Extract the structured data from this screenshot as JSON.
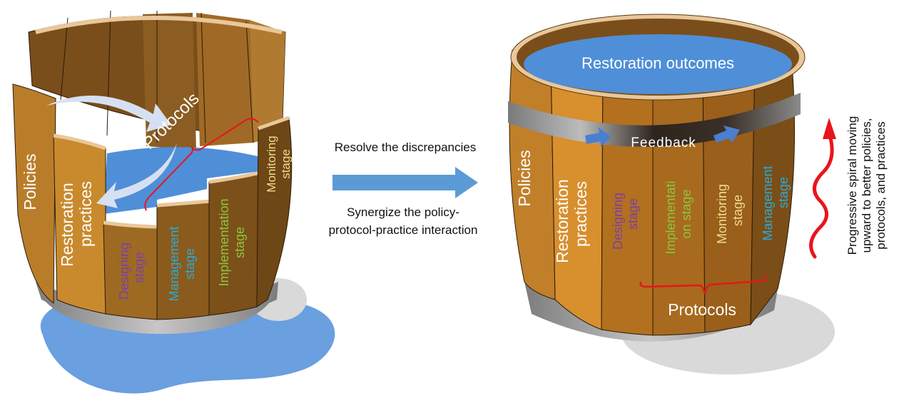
{
  "colors": {
    "water": "#4f8fd8",
    "puddle": "#6a9fe0",
    "stave_light": "#c98a2e",
    "stave_mid": "#a86a1e",
    "stave_dark": "#6e4716",
    "rim": "#e9c79a",
    "hoop": "#a9a9a9",
    "arrow_blue": "#5b9bd5",
    "flow_arrow": "#d6e0f2",
    "bracket_red": "#e8151b",
    "designing": "#7b3fa8",
    "management": "#2aaad9",
    "implementation": "#8cc63f",
    "monitoring": "#f0dc8c",
    "white_text": "#ffffff"
  },
  "left_barrel": {
    "policies": "Policies",
    "protocols": "Protocols",
    "restoration": "Restoration",
    "practices": "practices",
    "designing_1": "Designing",
    "designing_2": "stage",
    "management_1": "Management",
    "management_2": "stage",
    "implementation_1": "Implementation",
    "implementation_2": "stage",
    "monitoring_1": "Monitoring",
    "monitoring_2": "stage"
  },
  "middle": {
    "top_text": "Resolve the discrepancies",
    "bottom_line1": "Synergize the policy-",
    "bottom_line2": "protocol-practice interaction"
  },
  "right_barrel": {
    "outcomes": "Restoration outcomes",
    "feedback": "Feedback",
    "policies": "Policies",
    "restoration": "Restoration",
    "practices": "practices",
    "designing_1": "Designing",
    "designing_2": "stage",
    "implementation_1": "Implementati",
    "implementation_2": "on stage",
    "monitoring_1": "Monitoring",
    "monitoring_2": "stage",
    "management_1": "Management",
    "management_2": "stage",
    "protocols": "Protocols"
  },
  "side_note": {
    "line1": "Progressive spiral moving",
    "line2": "upward to better policies,",
    "line3": "protocols, and practices"
  }
}
